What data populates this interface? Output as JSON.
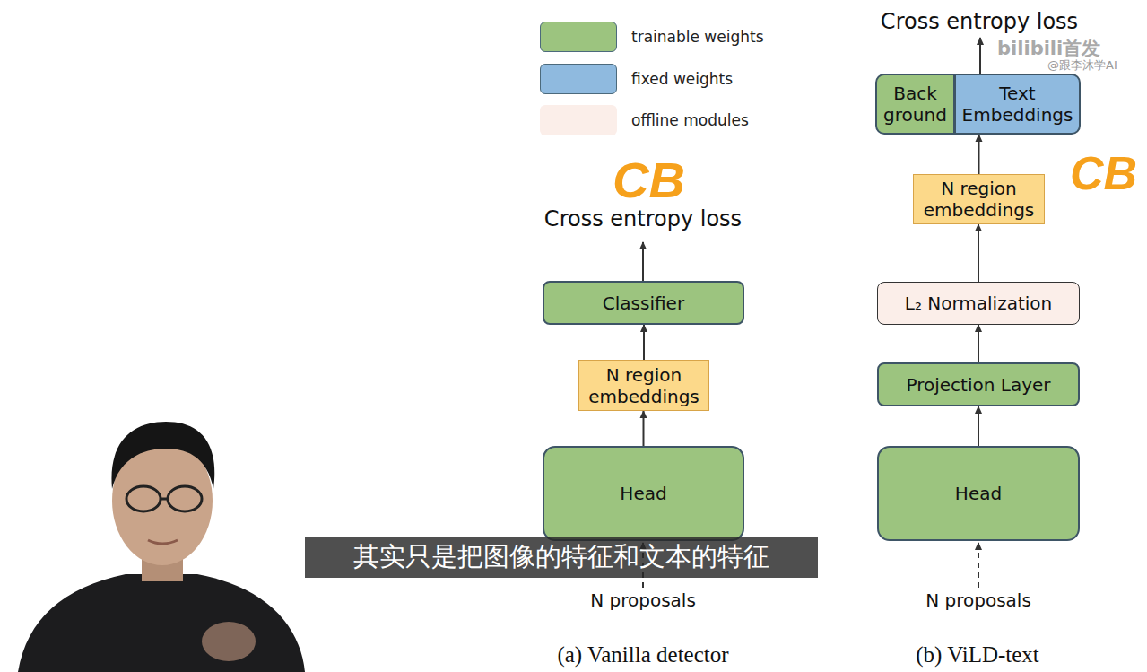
{
  "diagram": {
    "nodes": [
      {
        "text": [
          "Classifier"
        ]
      },
      {
        "text": [
          "N region embeddings"
        ]
      },
      {
        "text": [
          "Head"
        ]
      },
      {
        "text": [
          "Back ground"
        ]
      },
      {
        "text": [
          "Text Embeddings"
        ]
      },
      {
        "text": [
          "N region embeddings"
        ]
      },
      {
        "text": [
          "L₂ Normalization"
        ]
      },
      {
        "text": [
          "Projection Layer"
        ]
      },
      {
        "text": [
          "Head"
        ]
      }
    ],
    "edges": [
      {
        "from": 2,
        "to": 1,
        "arrow": "to"
      },
      {
        "from": 1,
        "to": 0,
        "arrow": "to"
      },
      {
        "from": 8,
        "to": 7,
        "arrow": "to"
      },
      {
        "from": 7,
        "to": 6,
        "arrow": "to"
      },
      {
        "from": 6,
        "to": 5,
        "arrow": "to"
      },
      {
        "from": 5,
        "to": 4,
        "arrow": "to"
      }
    ],
    "labels": [
      "CB",
      "Cross entropy loss",
      "N proposals",
      "(a) Vanilla detector",
      "Cross entropy loss",
      "CB",
      "N proposals",
      "(b) ViLD-text",
      "其实只是把图像的特征和文本的特征",
      "bilibili首发",
      "@跟李沐学AI"
    ],
    "legend": [
      {
        "text": "trainable weights",
        "color": "#9cc47f"
      },
      {
        "text": "fixed weights",
        "color": "#8fbadf"
      },
      {
        "text": "offline modules",
        "color": "#fbeee9"
      }
    ]
  }
}
